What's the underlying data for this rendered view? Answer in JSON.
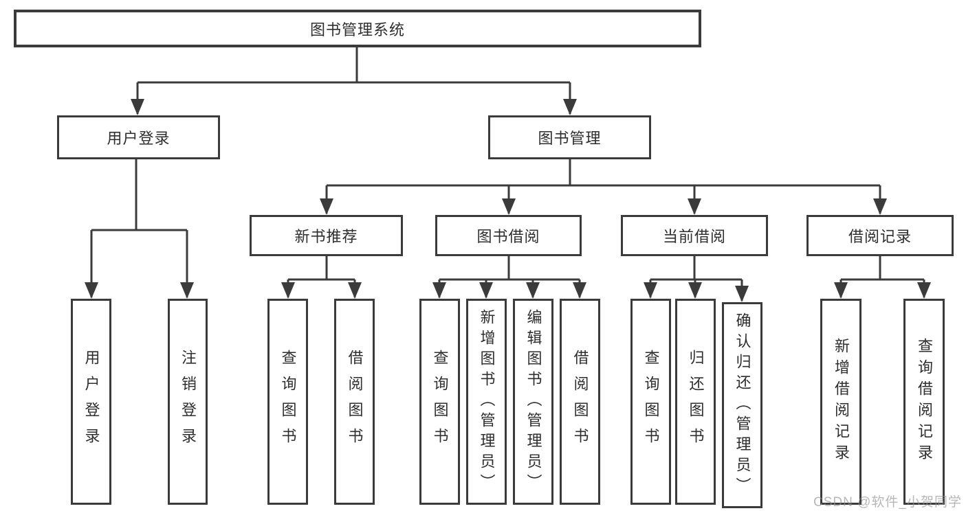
{
  "colors": {
    "line": "#3b3b3b",
    "box_border": "#3b3b3b",
    "text": "#2e2e2e",
    "watermark": "#919191",
    "background": "#ffffff"
  },
  "watermark": {
    "text": "CSDN @软件_小贺同学"
  },
  "tree": {
    "root": "图书管理系统",
    "children": [
      {
        "label": "用户登录",
        "children": [
          {
            "label": "用户登录"
          },
          {
            "label": "注销登录"
          }
        ]
      },
      {
        "label": "图书管理",
        "children": [
          {
            "label": "新书推荐",
            "children": [
              {
                "label": "查询图书"
              },
              {
                "label": "借阅图书"
              }
            ]
          },
          {
            "label": "图书借阅",
            "children": [
              {
                "label": "查询图书"
              },
              {
                "label": "新增图书（管理员）"
              },
              {
                "label": "编辑图书（管理员）"
              },
              {
                "label": "借阅图书"
              }
            ]
          },
          {
            "label": "当前借阅",
            "children": [
              {
                "label": "查询图书"
              },
              {
                "label": "归还图书"
              },
              {
                "label": "确认归还（管理员）"
              }
            ]
          },
          {
            "label": "借阅记录",
            "children": [
              {
                "label": "新增借阅记录"
              },
              {
                "label": "查询借阅记录"
              }
            ]
          }
        ]
      }
    ]
  }
}
